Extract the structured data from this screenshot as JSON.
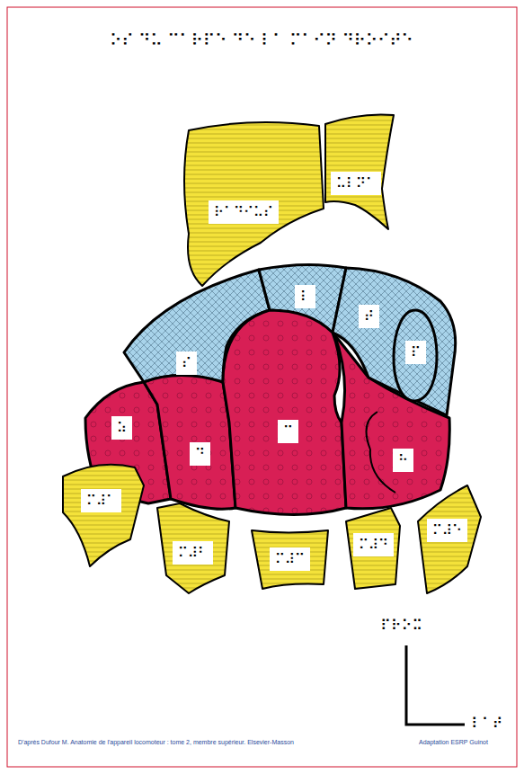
{
  "diagram": {
    "title": "⠕⠎ ⠙⠥ ⠉⠁⠗⠏⠑ ⠙⠑ ⠇⠁ ⠍⠁⠊⠝ ⠙⠗⠕⠊⠞⠑",
    "nodes": [
      {
        "text": [
          "⠗⠁⠙⠊⠥⠎"
        ]
      },
      {
        "text": [
          "⠥⠇⠝⠁"
        ]
      },
      {
        "text": [
          "⠎"
        ]
      },
      {
        "text": [
          "⠇"
        ]
      },
      {
        "text": [
          "⠞"
        ]
      },
      {
        "text": [
          "⠏"
        ]
      },
      {
        "text": [
          "⠵"
        ]
      },
      {
        "text": [
          "⠙"
        ]
      },
      {
        "text": [
          "⠉"
        ]
      },
      {
        "text": [
          "⠓"
        ]
      },
      {
        "text": [
          "⠍⠼⠁"
        ]
      },
      {
        "text": [
          "⠍⠼⠃"
        ]
      },
      {
        "text": [
          "⠍⠼⠉"
        ]
      },
      {
        "text": [
          "⠍⠼⠙"
        ]
      },
      {
        "text": [
          "⠍⠼⠑"
        ]
      }
    ],
    "labels": [
      "⠏⠗⠕⠭",
      "⠇⠁⠞",
      "D'après Dufour M. Anatomie de l'appareil locomoteur : tome 2, membre supérieur. Elsevier-Masson",
      "Adaptation ESRP Guinot"
    ]
  }
}
